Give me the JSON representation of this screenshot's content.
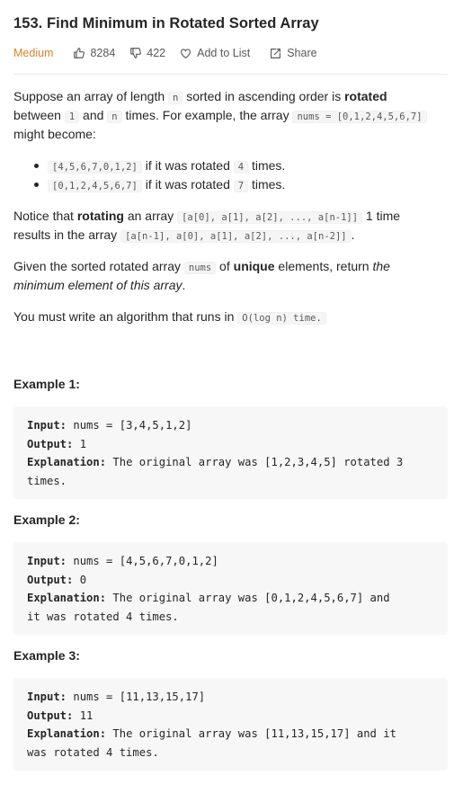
{
  "problem": {
    "title": "153. Find Minimum in Rotated Sorted Array",
    "difficulty": "Medium",
    "likes": "8284",
    "dislikes": "422",
    "add_to_list_label": "Add to List",
    "share_label": "Share",
    "colors": {
      "difficulty": "#d9822b",
      "text": "#262626",
      "muted": "#595959"
    }
  },
  "description": {
    "p1": {
      "t1": "Suppose an array of length ",
      "c1": "n",
      "t2": " sorted in ascending order is ",
      "b1": "rotated",
      "t3": " between ",
      "c2": "1",
      "t4": " and ",
      "c3": "n",
      "t5": " times. For example, the array ",
      "c4": "nums = [0,1,2,4,5,6,7]",
      "t6": " might become:"
    },
    "bullets": [
      {
        "code": "[4,5,6,7,0,1,2]",
        "t1": " if it was rotated ",
        "n": "4",
        "t2": " times."
      },
      {
        "code": "[0,1,2,4,5,6,7]",
        "t1": " if it was rotated ",
        "n": "7",
        "t2": " times."
      }
    ],
    "p2": {
      "t1": "Notice that ",
      "b1": "rotating",
      "t2": " an array ",
      "c1": "[a[0], a[1], a[2], ..., a[n-1]]",
      "t3": " 1 time results in the array ",
      "c2": "[a[n-1], a[0], a[1], a[2], ..., a[n-2]]",
      "t4": "."
    },
    "p3": {
      "t1": "Given the sorted rotated array ",
      "c1": "nums",
      "t2": " of ",
      "b1": "unique",
      "t3": " elements, return ",
      "i1": "the minimum element of this array",
      "t4": "."
    },
    "p4": {
      "t1": "You must write an algorithm that runs in ",
      "c1": "O(log n) time."
    }
  },
  "examples": [
    {
      "title": "Example 1:",
      "input_label": "Input:",
      "input": " nums = [3,4,5,1,2]",
      "output_label": "Output:",
      "output": " 1",
      "explanation_label": "Explanation:",
      "explanation_l1": " The original array was [1,2,3,4,5] rotated 3",
      "explanation_l2": "times."
    },
    {
      "title": "Example 2:",
      "input_label": "Input:",
      "input": " nums = [4,5,6,7,0,1,2]",
      "output_label": "Output:",
      "output": " 0",
      "explanation_label": "Explanation:",
      "explanation_l1": " The original array was [0,1,2,4,5,6,7] and",
      "explanation_l2": "it was rotated 4 times."
    },
    {
      "title": "Example 3:",
      "input_label": "Input:",
      "input": " nums = [11,13,15,17]",
      "output_label": "Output:",
      "output": " 11",
      "explanation_label": "Explanation:",
      "explanation_l1": " The original array was [11,13,15,17] and it",
      "explanation_l2": "was rotated 4 times."
    }
  ]
}
